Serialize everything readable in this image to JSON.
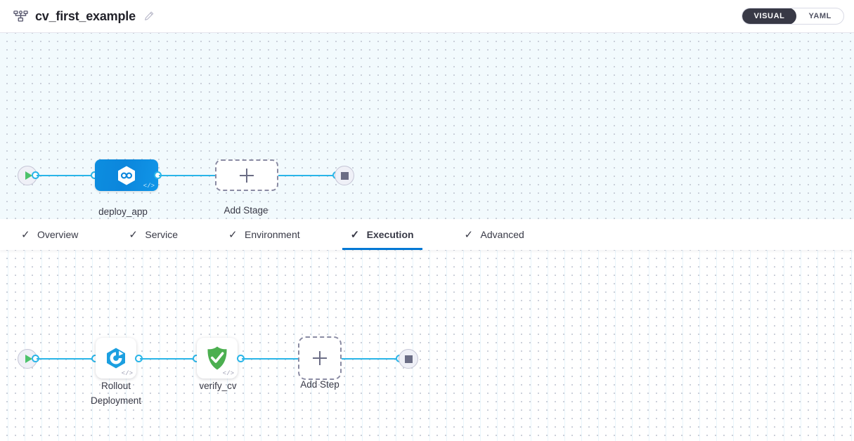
{
  "header": {
    "icon": "pipeline-graph-icon",
    "title": "cv_first_example",
    "edit_icon": "pencil-icon",
    "view_toggle": {
      "options": [
        {
          "label": "VISUAL",
          "active": true
        },
        {
          "label": "YAML",
          "active": false
        }
      ]
    }
  },
  "tabs": [
    {
      "label": "Overview",
      "check": "✓",
      "active": false
    },
    {
      "label": "Service",
      "check": "✓",
      "active": false
    },
    {
      "label": "Environment",
      "check": "✓",
      "active": false
    },
    {
      "label": "Execution",
      "check": "✓",
      "active": true
    },
    {
      "label": "Advanced",
      "check": "✓",
      "active": false
    }
  ],
  "stage_canvas": {
    "start_node": {
      "icon": "play-icon"
    },
    "nodes": [
      {
        "id": "deploy_app",
        "label": "deploy_app",
        "icon": "harness-hexagon-icon",
        "badge": "</>",
        "selected": true
      },
      {
        "id": "add_stage",
        "label": "Add Stage",
        "icon": "plus-icon"
      }
    ],
    "end_node": {
      "icon": "stop-icon"
    }
  },
  "step_canvas": {
    "start_node": {
      "icon": "play-icon"
    },
    "nodes": [
      {
        "id": "rollout_deployment",
        "label": "Rollout\nDeployment",
        "icon": "rollout-deployment-icon",
        "badge": "</>"
      },
      {
        "id": "verify_cv",
        "label": "verify_cv",
        "icon": "green-shield-check-icon",
        "badge": "</>"
      },
      {
        "id": "add_step",
        "label": "Add Step",
        "icon": "plus-icon"
      }
    ],
    "end_node": {
      "icon": "stop-icon"
    }
  },
  "colors": {
    "accent_blue": "#0278d5",
    "connector_blue": "#29b5e8",
    "stage_blue": "#0d8ee0",
    "verify_green": "#43a047",
    "toggle_dark": "#383946"
  }
}
